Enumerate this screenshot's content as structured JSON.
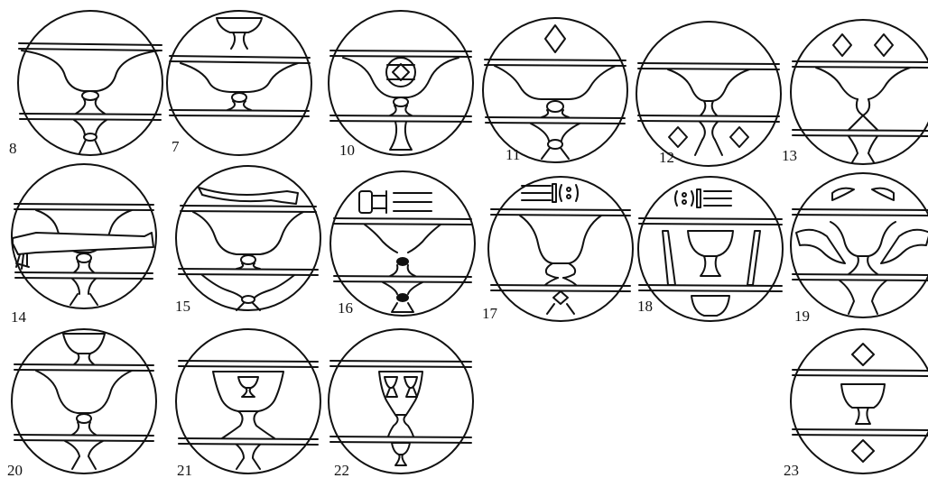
{
  "plate": {
    "ink_color": "#111111",
    "paper_color": "#ffffff",
    "figures": [
      {
        "label": "8",
        "motif": "single cup with lower cup"
      },
      {
        "label": "7",
        "motif": "stacked cups"
      },
      {
        "label": "10",
        "motif": "cup with circled diamond"
      },
      {
        "label": "11",
        "motif": "cup with diamond above"
      },
      {
        "label": "12",
        "motif": "cup with diamonds below"
      },
      {
        "label": "13",
        "motif": "cup with two diamonds above"
      },
      {
        "label": "14",
        "motif": "cup with sword"
      },
      {
        "label": "15",
        "motif": "cup with knife"
      },
      {
        "label": "16",
        "motif": "cup with key and bars"
      },
      {
        "label": "17",
        "motif": "cup with bar glyphs"
      },
      {
        "label": "18",
        "motif": "chalice between pillars"
      },
      {
        "label": "19",
        "motif": "cup with horns"
      },
      {
        "label": "20",
        "motif": "stacked cups"
      },
      {
        "label": "21",
        "motif": "cup holding small cup"
      },
      {
        "label": "22",
        "motif": "cup holding two small cups"
      },
      {
        "label": "23",
        "motif": "chalice with diamonds"
      }
    ]
  }
}
